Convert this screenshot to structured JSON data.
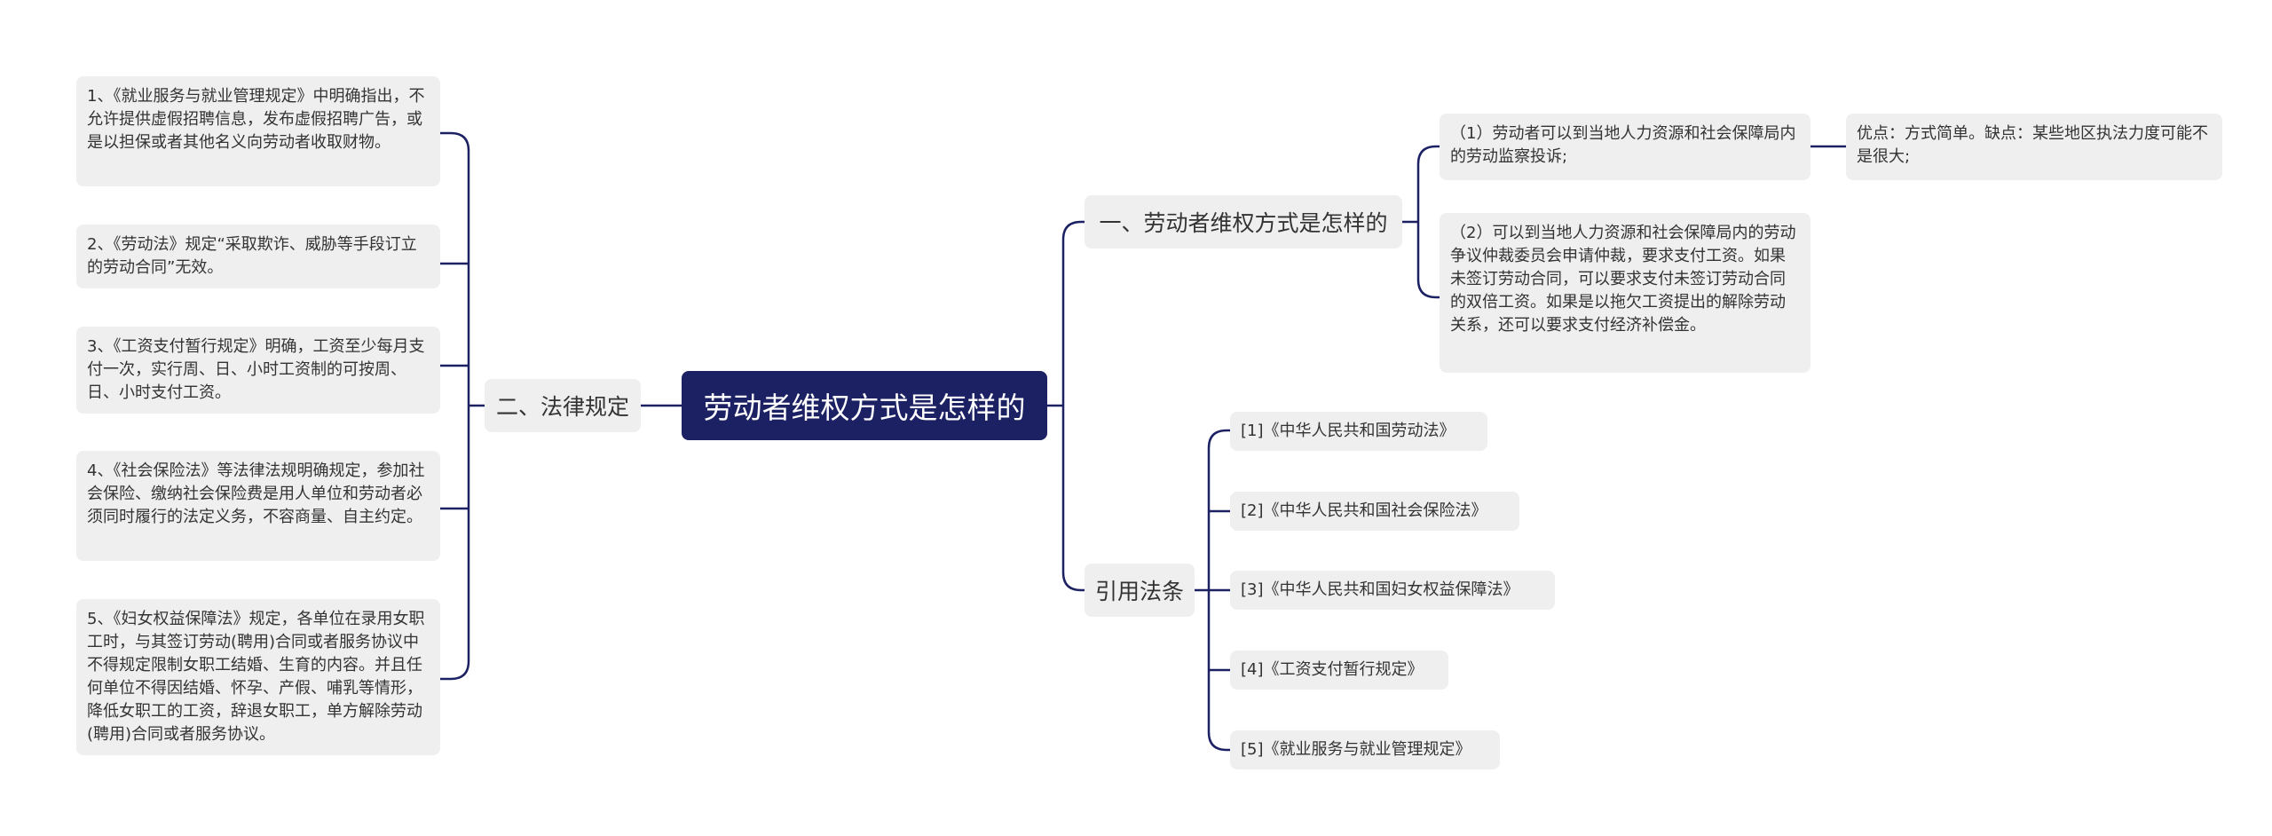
{
  "root": {
    "title": "劳动者维权方式是怎样的"
  },
  "branches": {
    "methods": {
      "label": "一、劳动者维权方式是怎样的",
      "items": [
        {
          "text": "（1）劳动者可以到当地人力资源和社会保障局内的劳动监察投诉;",
          "note": "优点：方式简单。缺点：某些地区执法力度可能不是很大;"
        },
        {
          "text": "（2）可以到当地人力资源和社会保障局内的劳动争议仲裁委员会申请仲裁，要求支付工资。如果未签订劳动合同，可以要求支付未签订劳动合同的双倍工资。如果是以拖欠工资提出的解除劳动关系，还可以要求支付经济补偿金。"
        }
      ]
    },
    "laws": {
      "label": "二、法律规定",
      "items": [
        "1、《就业服务与就业管理规定》中明确指出，不允许提供虚假招聘信息，发布虚假招聘广告，或是以担保或者其他名义向劳动者收取财物。",
        "2、《劳动法》规定“采取欺诈、威胁等手段订立的劳动合同”无效。",
        "3、《工资支付暂行规定》明确，工资至少每月支付一次，实行周、日、小时工资制的可按周、日、小时支付工资。",
        "4、《社会保险法》等法律法规明确规定，参加社会保险、缴纳社会保险费是用人单位和劳动者必须同时履行的法定义务，不容商量、自主约定。",
        "5、《妇女权益保障法》规定，各单位在录用女职工时，与其签订劳动(聘用)合同或者服务协议中不得规定限制女职工结婚、生育的内容。并且任何单位不得因结婚、怀孕、产假、哺乳等情形，降低女职工的工资，辞退女职工，单方解除劳动(聘用)合同或者服务协议。"
      ]
    },
    "refs": {
      "label": "引用法条",
      "items": [
        "[1]《中华人民共和国劳动法》",
        "[2]《中华人民共和国社会保险法》",
        "[3]《中华人民共和国妇女权益保障法》",
        "[4]《工资支付暂行规定》",
        "[5]《就业服务与就业管理规定》"
      ]
    }
  },
  "colors": {
    "root_bg": "#1c2163",
    "line": "#1c2163",
    "node_bg": "#efefef"
  }
}
